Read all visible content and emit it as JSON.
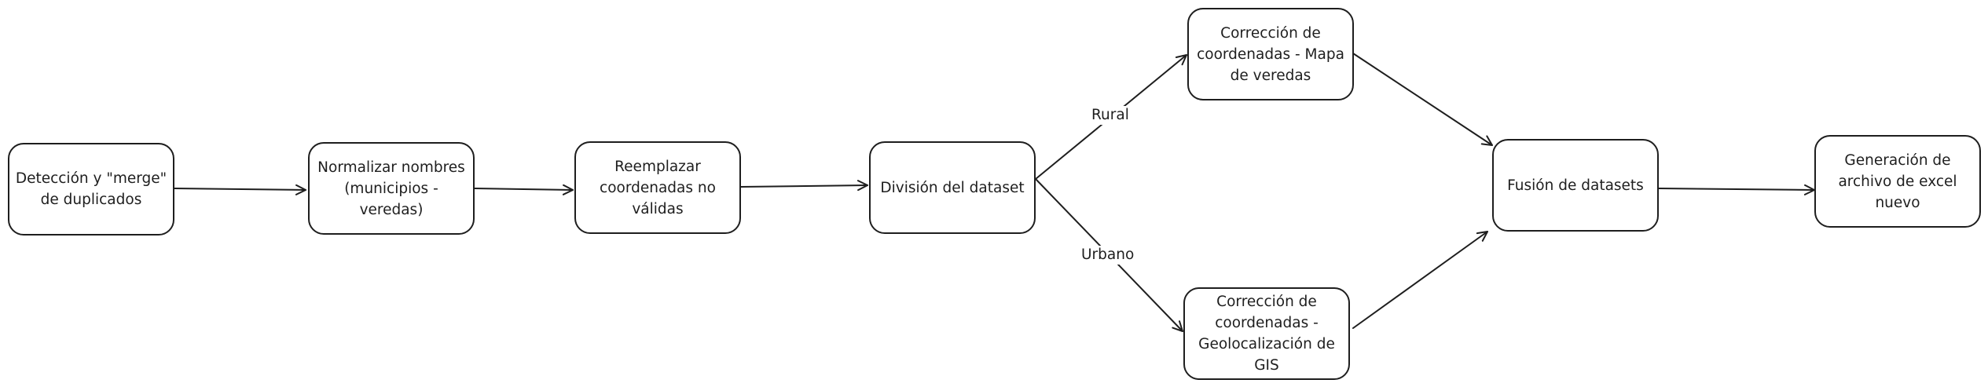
{
  "nodes": {
    "dedup": "Detección y \"merge\" de duplicados",
    "normalize": "Normalizar nombres (municipios - veredas)",
    "replace": "Reemplazar coordenadas no válidas",
    "split": "División del dataset",
    "rural_fix": "Corrección de coordenadas - Mapa de veredas",
    "urban_fix": "Corrección de coordenadas - Geolocalización de GIS",
    "merge": "Fusión de datasets",
    "export": "Generación de archivo de excel nuevo"
  },
  "edge_labels": {
    "rural": "Rural",
    "urban": "Urbano"
  },
  "colors": {
    "stroke": "#1e1e1e",
    "background": "#ffffff"
  }
}
